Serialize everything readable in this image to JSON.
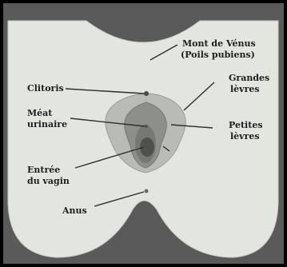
{
  "labels": {
    "mont_de_venus": [
      "Mont de Vénus",
      "(Poils pubiens)"
    ],
    "grandes_levres": [
      "Grandes",
      "lèvres"
    ],
    "clitoris": "Clitoris",
    "meat_urinaire": [
      "Méat",
      "urinaire"
    ],
    "petites_levres": [
      "Petites",
      "lèvres"
    ],
    "entree_du_vagin": [
      "Entrée",
      "du vagin"
    ],
    "anus": "Anus"
  },
  "colors": {
    "background_dark": "#5a5a5a",
    "skin": "#e3e5e0",
    "outer_lips": "#b9bcb6",
    "inner_lips": "#8d908a",
    "opening": "#5f625d",
    "lines": "#2e2e2e"
  }
}
